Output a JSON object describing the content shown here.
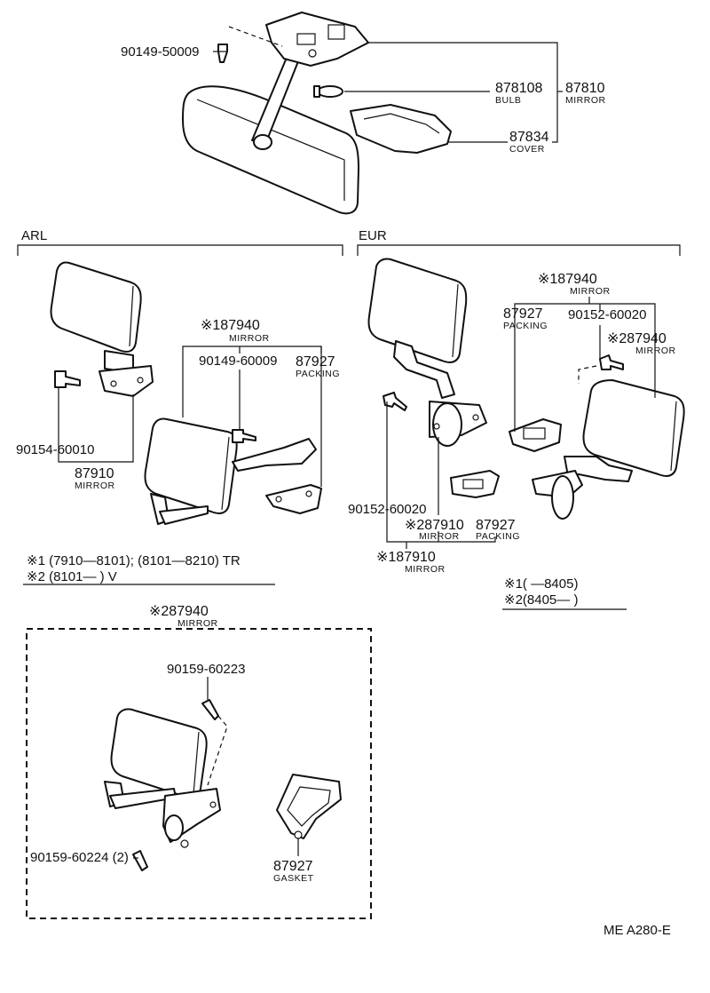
{
  "top_assembly": {
    "screw": "90149-50009",
    "bulb_no": "878108",
    "bulb_name": "BULB",
    "mirror_no": "87810",
    "mirror_name": "MIRROR",
    "cover_no": "87834",
    "cover_name": "COVER"
  },
  "arl": {
    "heading": "ARL",
    "mark1_assy": "※187940",
    "mark1_assy_name": "MIRROR",
    "screw_a": "90149-60009",
    "packing_no": "87927",
    "packing_name": "PACKING",
    "screw_b": "90154-60010",
    "mirror_no": "87910",
    "mirror_name": "MIRROR",
    "note1": "※1  (7910—8101); (8101—8210) TR",
    "note2": "※2  (8101—         ) V"
  },
  "eur": {
    "heading": "EUR",
    "mark1_assy": "※187940",
    "mark1_assy_name": "MIRROR",
    "packing_top_no": "87927",
    "packing_top_name": "PACKING",
    "screw_top": "90152-60020",
    "mark2_assy": "※287940",
    "mark2_assy_name": "MIRROR",
    "screw_left": "90152-60020",
    "mark2_mirror": "※287910",
    "mark2_mirror_name": "MIRROR",
    "packing_bottom_no": "87927",
    "packing_bottom_name": "PACKING",
    "mark1_mirror": "※187910",
    "mark1_mirror_name": "MIRROR",
    "note1": "※1(        —8405)",
    "note2": "※2(8405—         )"
  },
  "lower_box": {
    "assy": "※287940",
    "assy_name": "MIRROR",
    "screw_top": "90159-60223",
    "screw_bottom": "90159-60224 (2)",
    "gasket_no": "87927",
    "gasket_name": "GASKET"
  },
  "footer": {
    "code": "ME  A280-E"
  }
}
